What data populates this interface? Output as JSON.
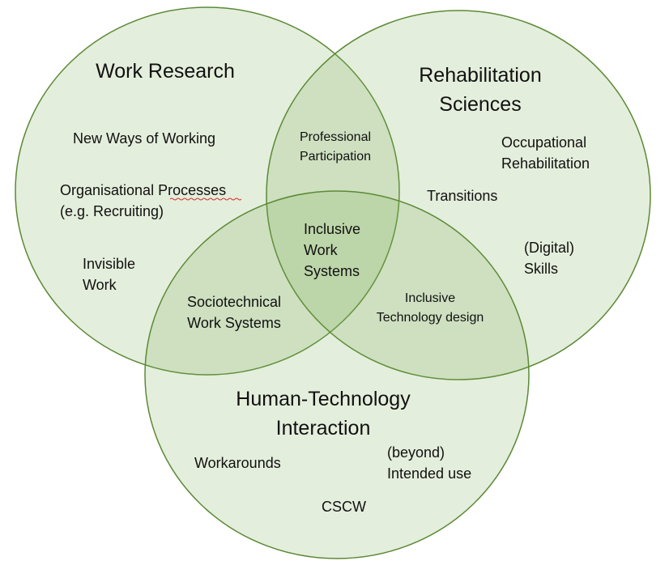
{
  "colors": {
    "circle_fill": "#7aab4e",
    "circle_stroke": "#5b8a35"
  },
  "work_research": {
    "title": "Work Research",
    "new_ways": "New Ways of Working",
    "org_line1": "Organisational Processes",
    "org_line2": "(e.g. Recruiting)",
    "invisible_line1": "Invisible",
    "invisible_line2": "Work"
  },
  "rehabilitation": {
    "title_line1": "Rehabilitation",
    "title_line2": "Sciences",
    "occ_line1": "Occupational",
    "occ_line2": "Rehabilitation",
    "transitions": "Transitions",
    "skills_line1": "(Digital)",
    "skills_line2": "Skills"
  },
  "hti": {
    "title_line1": "Human-Technology",
    "title_line2": "Interaction",
    "workarounds": "Workarounds",
    "beyond_line1": "(beyond)",
    "beyond_line2": "Intended use",
    "cscw": "CSCW"
  },
  "overlaps": {
    "professional_line1": "Professional",
    "professional_line2": "Participation",
    "sociotech_line1": "Sociotechnical",
    "sociotech_line2": "Work Systems",
    "inclusive_tech_line1": "Inclusive",
    "inclusive_tech_line2": "Technology design",
    "center_line1": "Inclusive",
    "center_line2": "Work",
    "center_line3": "Systems"
  }
}
